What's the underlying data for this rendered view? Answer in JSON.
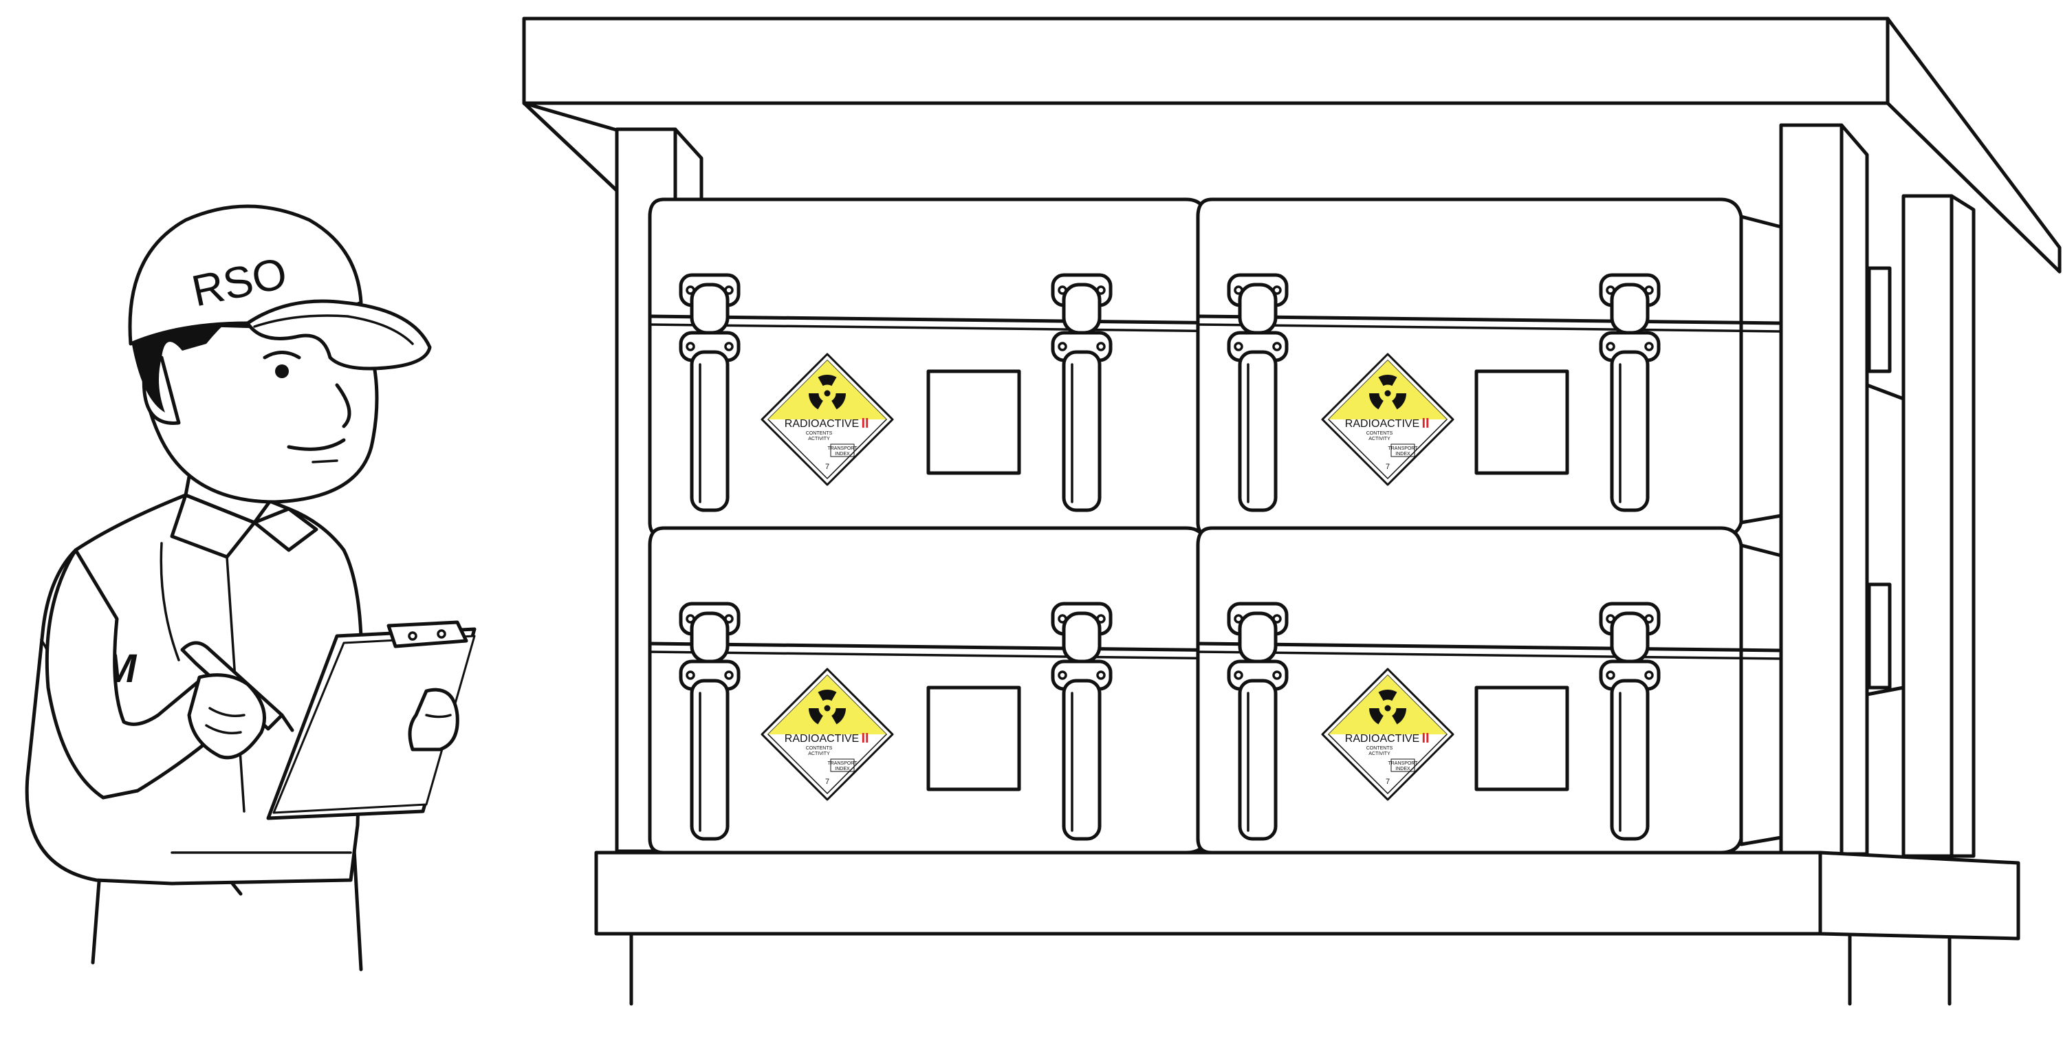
{
  "worker": {
    "cap_text": "RSO",
    "logo_text": "M"
  },
  "placard": {
    "title": "RADIOACTIVE",
    "category": "II",
    "contents_label": "CONTENTS",
    "activity_label": "ACTIVITY",
    "transport_label": "TRANSPORT",
    "index_label": "INDEX",
    "class_number": "7"
  },
  "colors": {
    "placard_yellow": "#f5ee57",
    "category_red": "#d9262c",
    "ink": "#111111"
  }
}
